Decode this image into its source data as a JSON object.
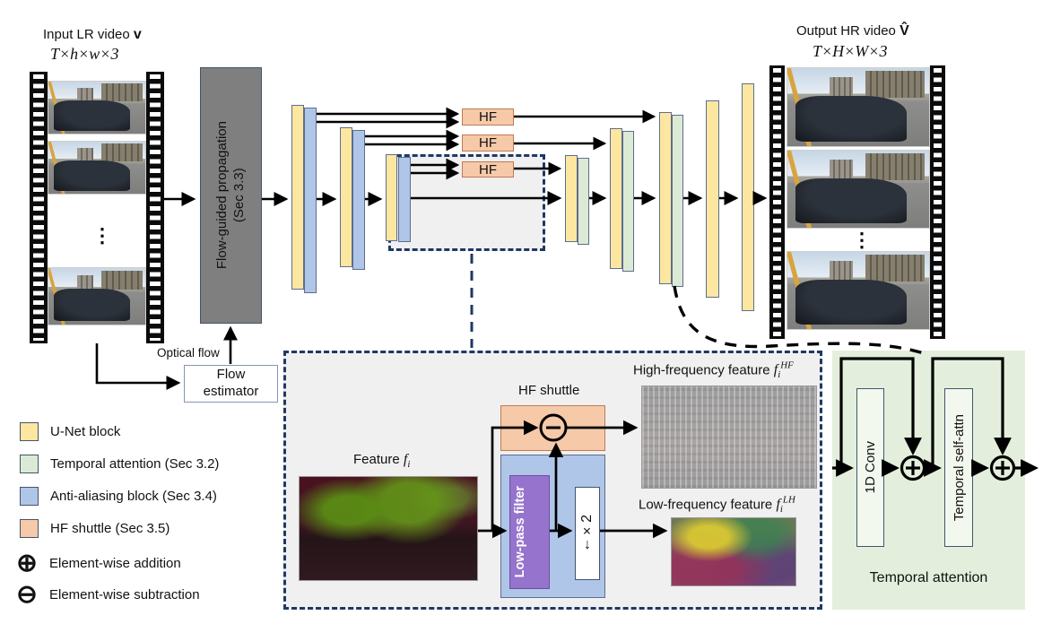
{
  "figure": {
    "input": {
      "label": "Input LR video",
      "symbol": "v",
      "dims": "T×h×w×3"
    },
    "output": {
      "label": "Output HR video",
      "symbol": "V̂",
      "dims": "T×H×W×3"
    },
    "flow_propagation": {
      "line1": "Flow-guided propagation",
      "line2": "(Sec 3.3)"
    },
    "optical_flow_label": "Optical flow",
    "flow_estimator_label": "Flow estimator",
    "hf_label": "HF",
    "ellipsis": "⋮",
    "legend": {
      "items": [
        {
          "label": "U-Net block",
          "color": "#fde7a0"
        },
        {
          "label": "Temporal attention (Sec 3.2)",
          "color": "#dcead5"
        },
        {
          "label": "Anti-aliasing block (Sec 3.4)",
          "color": "#b0c6e8"
        },
        {
          "label": "HF shuttle (Sec 3.5)",
          "color": "#f6c9a8"
        },
        {
          "label": "Element-wise addition",
          "symbol": "⊕"
        },
        {
          "label": "Element-wise subtraction",
          "symbol": "⊖"
        }
      ]
    },
    "hf_shuttle": {
      "title": "HF shuttle",
      "feature_prefix": "Feature",
      "var": "f",
      "sub": "i",
      "lowpass_label": "Low-pass filter",
      "down_arrow": "↓",
      "times_factor": "×2",
      "hf_prefix": "High-frequency feature",
      "hf_sup": "HF",
      "lf_prefix": "Low-frequency feature",
      "lf_sup": "LH"
    },
    "temporal_attention": {
      "title": "Temporal attention",
      "conv_label": "1D Conv",
      "attn_label": "Temporal self-attn"
    },
    "colors": {
      "unet_block": "#fde7a0",
      "temporal_attention": "#dcead5",
      "anti_aliasing": "#b0c6e8",
      "hf_shuttle": "#f6c9a8",
      "propagation_box": "#7f7f7f",
      "lowpass_box": "#9673cd",
      "dashed_border": "#1f3864"
    }
  }
}
